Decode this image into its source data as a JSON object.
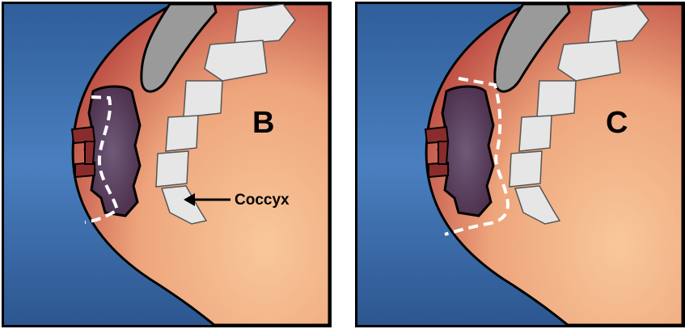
{
  "panels": [
    {
      "id": "B",
      "letter": "B"
    },
    {
      "id": "C",
      "letter": "C"
    }
  ],
  "annotation": {
    "coccyx_label": "Coccyx"
  },
  "colors": {
    "background_blue": "#3f70ad",
    "tissue_peach": "#f3b98c",
    "tissue_red": "#b8443e",
    "bone_gray": "#e6e6e6",
    "tumor_dark": "#5a3a55",
    "excision_line": "#ffffff"
  }
}
